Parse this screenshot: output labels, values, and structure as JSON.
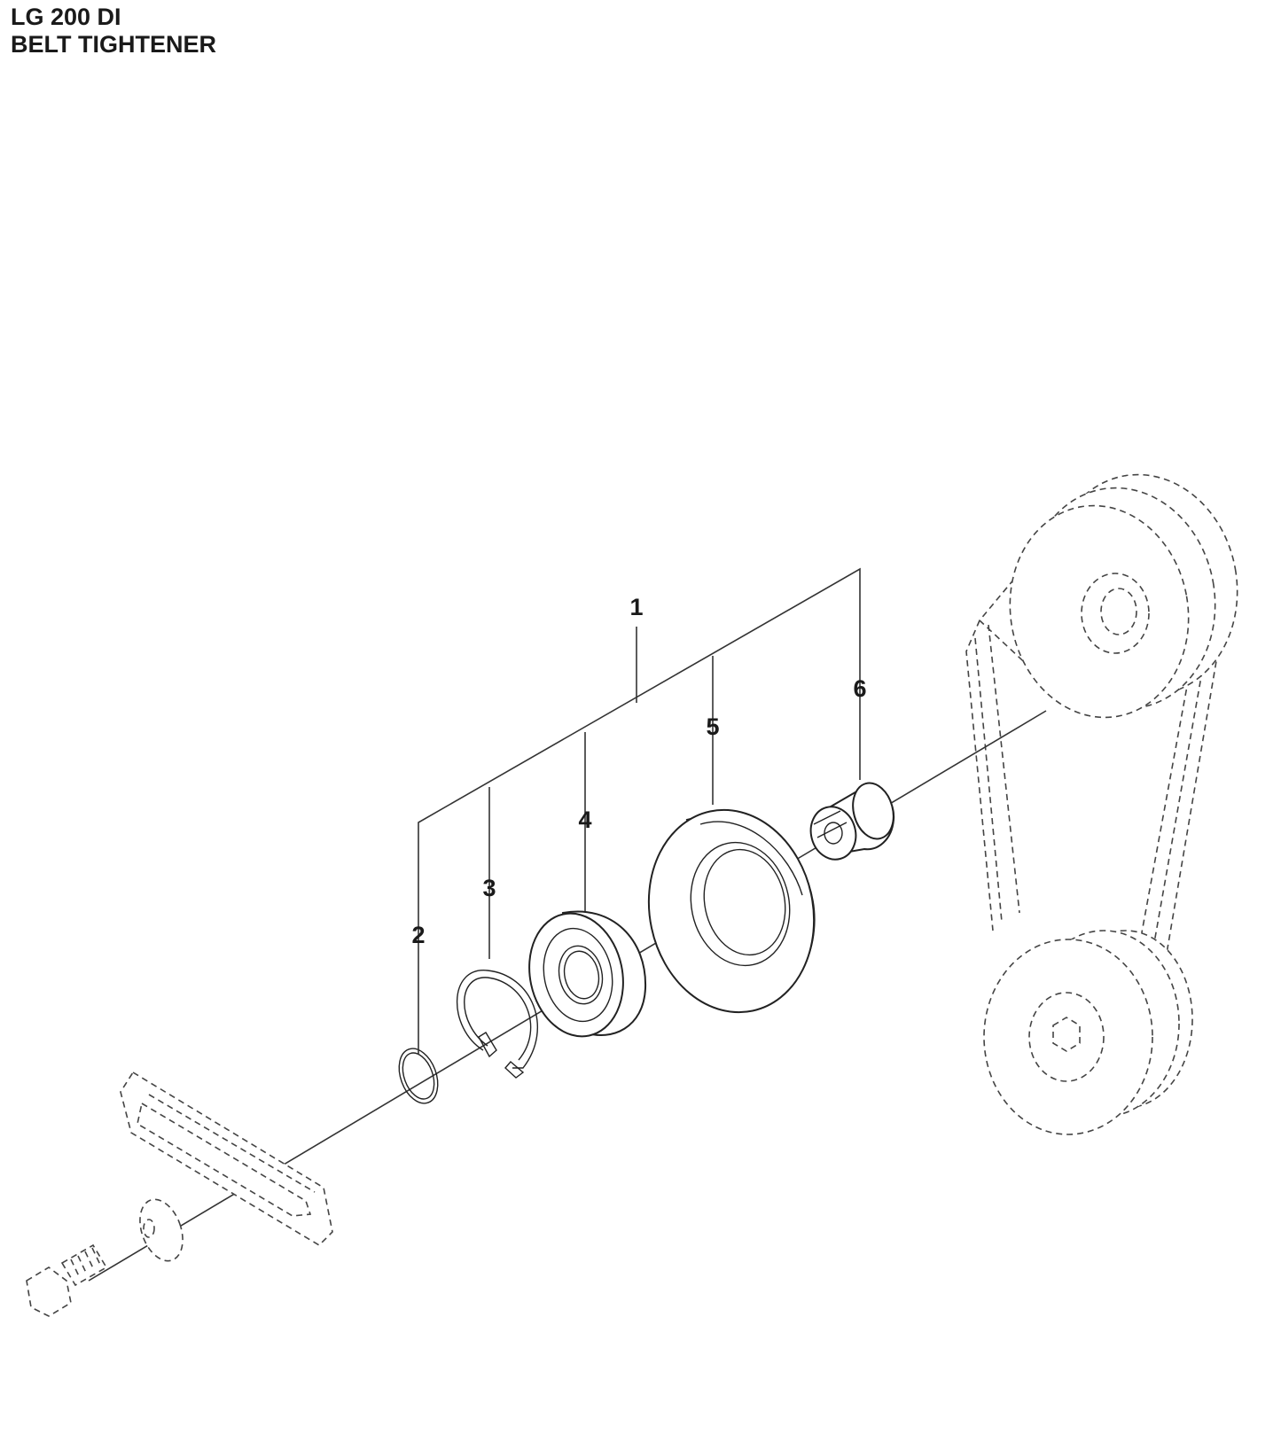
{
  "header": {
    "model": "LG 200 DI",
    "section": "BELT TIGHTENER"
  },
  "callouts": [
    {
      "number": "1",
      "part": "belt-tightener-assembly"
    },
    {
      "number": "2",
      "part": "retaining-ring-small"
    },
    {
      "number": "3",
      "part": "retaining-ring-large"
    },
    {
      "number": "4",
      "part": "ball-bearing"
    },
    {
      "number": "5",
      "part": "pulley"
    },
    {
      "number": "6",
      "part": "shaft-bushing"
    }
  ],
  "reference_parts": [
    "bolt",
    "washer",
    "slotted-bracket",
    "belt",
    "engine-pulley",
    "driven-pulley"
  ]
}
